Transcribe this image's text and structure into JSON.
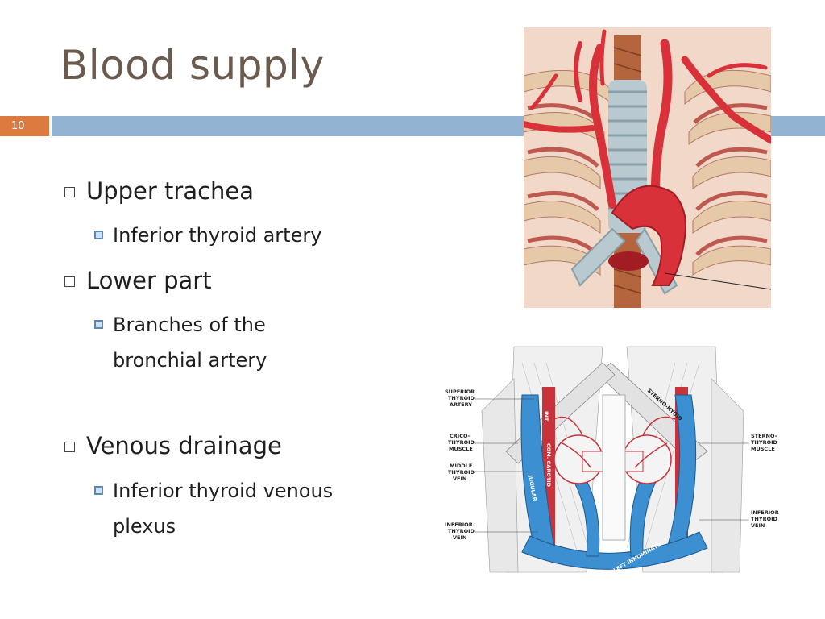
{
  "slide": {
    "title": "Blood supply",
    "number": "10"
  },
  "bullets": [
    {
      "label": "Upper trachea",
      "sub": [
        "Inferior thyroid artery"
      ]
    },
    {
      "label": "Lower part",
      "sub": [
        "Branches of the",
        "bronchial artery"
      ]
    },
    {
      "label": "Venous drainage",
      "sub": [
        "Inferior thyroid venous",
        "plexus"
      ]
    }
  ],
  "diagram_labels": {
    "superior_thyroid_artery": [
      "SUPERIOR",
      "THYROID",
      "ARTERY"
    ],
    "crico_thyroid_muscle": [
      "CRICO-",
      "THYROID",
      "MUSCLE"
    ],
    "middle_thyroid_vein": [
      "MIDDLE",
      "THYROID",
      "VEIN"
    ],
    "inferior_thyroid_vein_left": [
      "INFERIOR",
      "THYROID",
      "VEIN"
    ],
    "sterno_thyroid_muscle": [
      "STERNO-",
      "THYROID",
      "MUSCLE"
    ],
    "inferior_thyroid_vein_right": [
      "INFERIOR",
      "THYROID",
      "VEIN"
    ],
    "sterno_hyoid": "STERNO-HYOID",
    "left_innominate": "LEFT INNOMINATE",
    "int": "INT.",
    "com_carotid": "COM. CAROTID",
    "jugular": "JUGULAR"
  },
  "colors": {
    "title": "#6b5a4e",
    "band": "#93b3d3",
    "number_box": "#dd7a3f"
  }
}
